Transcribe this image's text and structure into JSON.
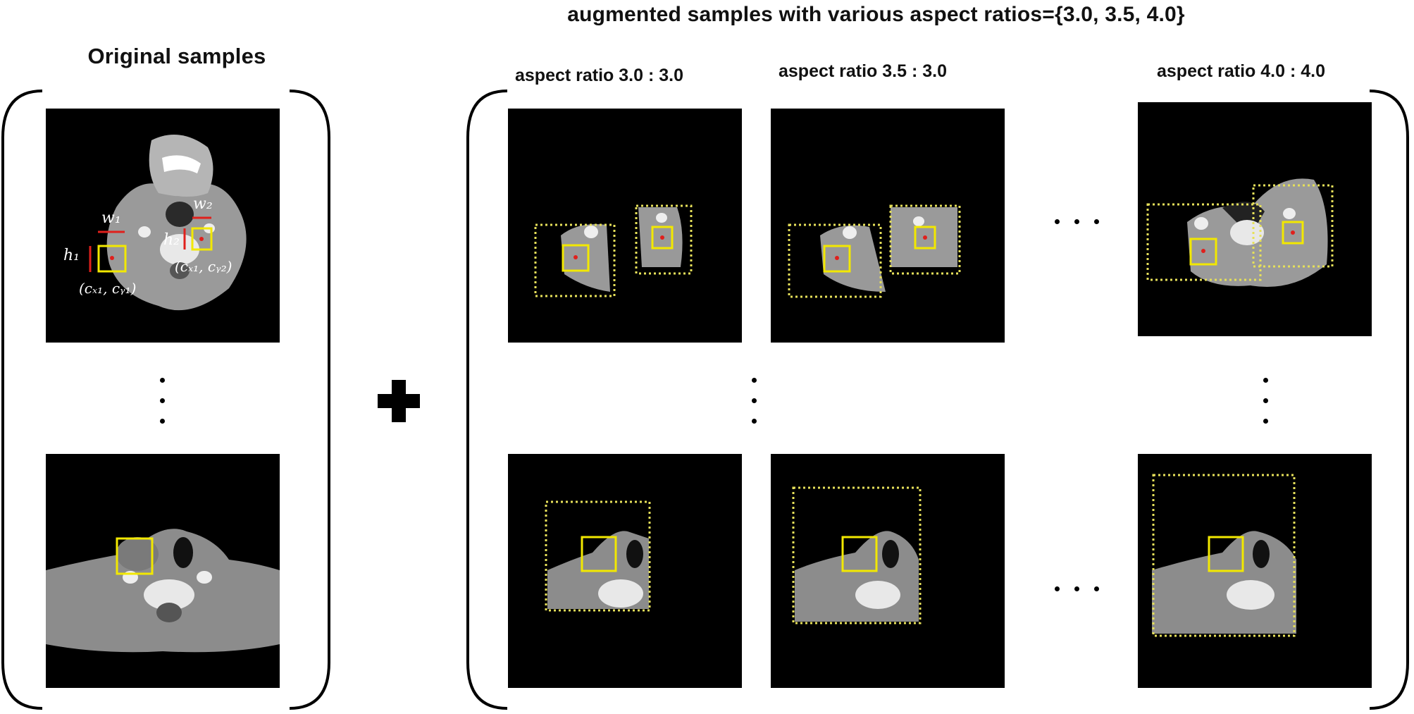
{
  "titles": {
    "augmented": "augmented samples with various aspect ratios={3.0, 3.5, 4.0}",
    "original": "Original samples"
  },
  "columns": {
    "col1": "aspect ratio 3.0 : 3.0",
    "col2": "aspect ratio 3.5 : 3.0",
    "col3": "aspect ratio 4.0 : 4.0"
  },
  "annotations": {
    "w1": "w₁",
    "w2": "w₂",
    "h1": "h₁",
    "h2": "h₂",
    "c1": "(cₓ₁, cᵧ₁)",
    "c2": "(cₓ₁, cᵧ₂)"
  },
  "colors": {
    "bounding_box": "#f2e800",
    "dotted_box": "#e6e05a",
    "arrow": "#e0201c",
    "panel_bg": "#000000"
  },
  "icons": [
    "plus-icon"
  ]
}
